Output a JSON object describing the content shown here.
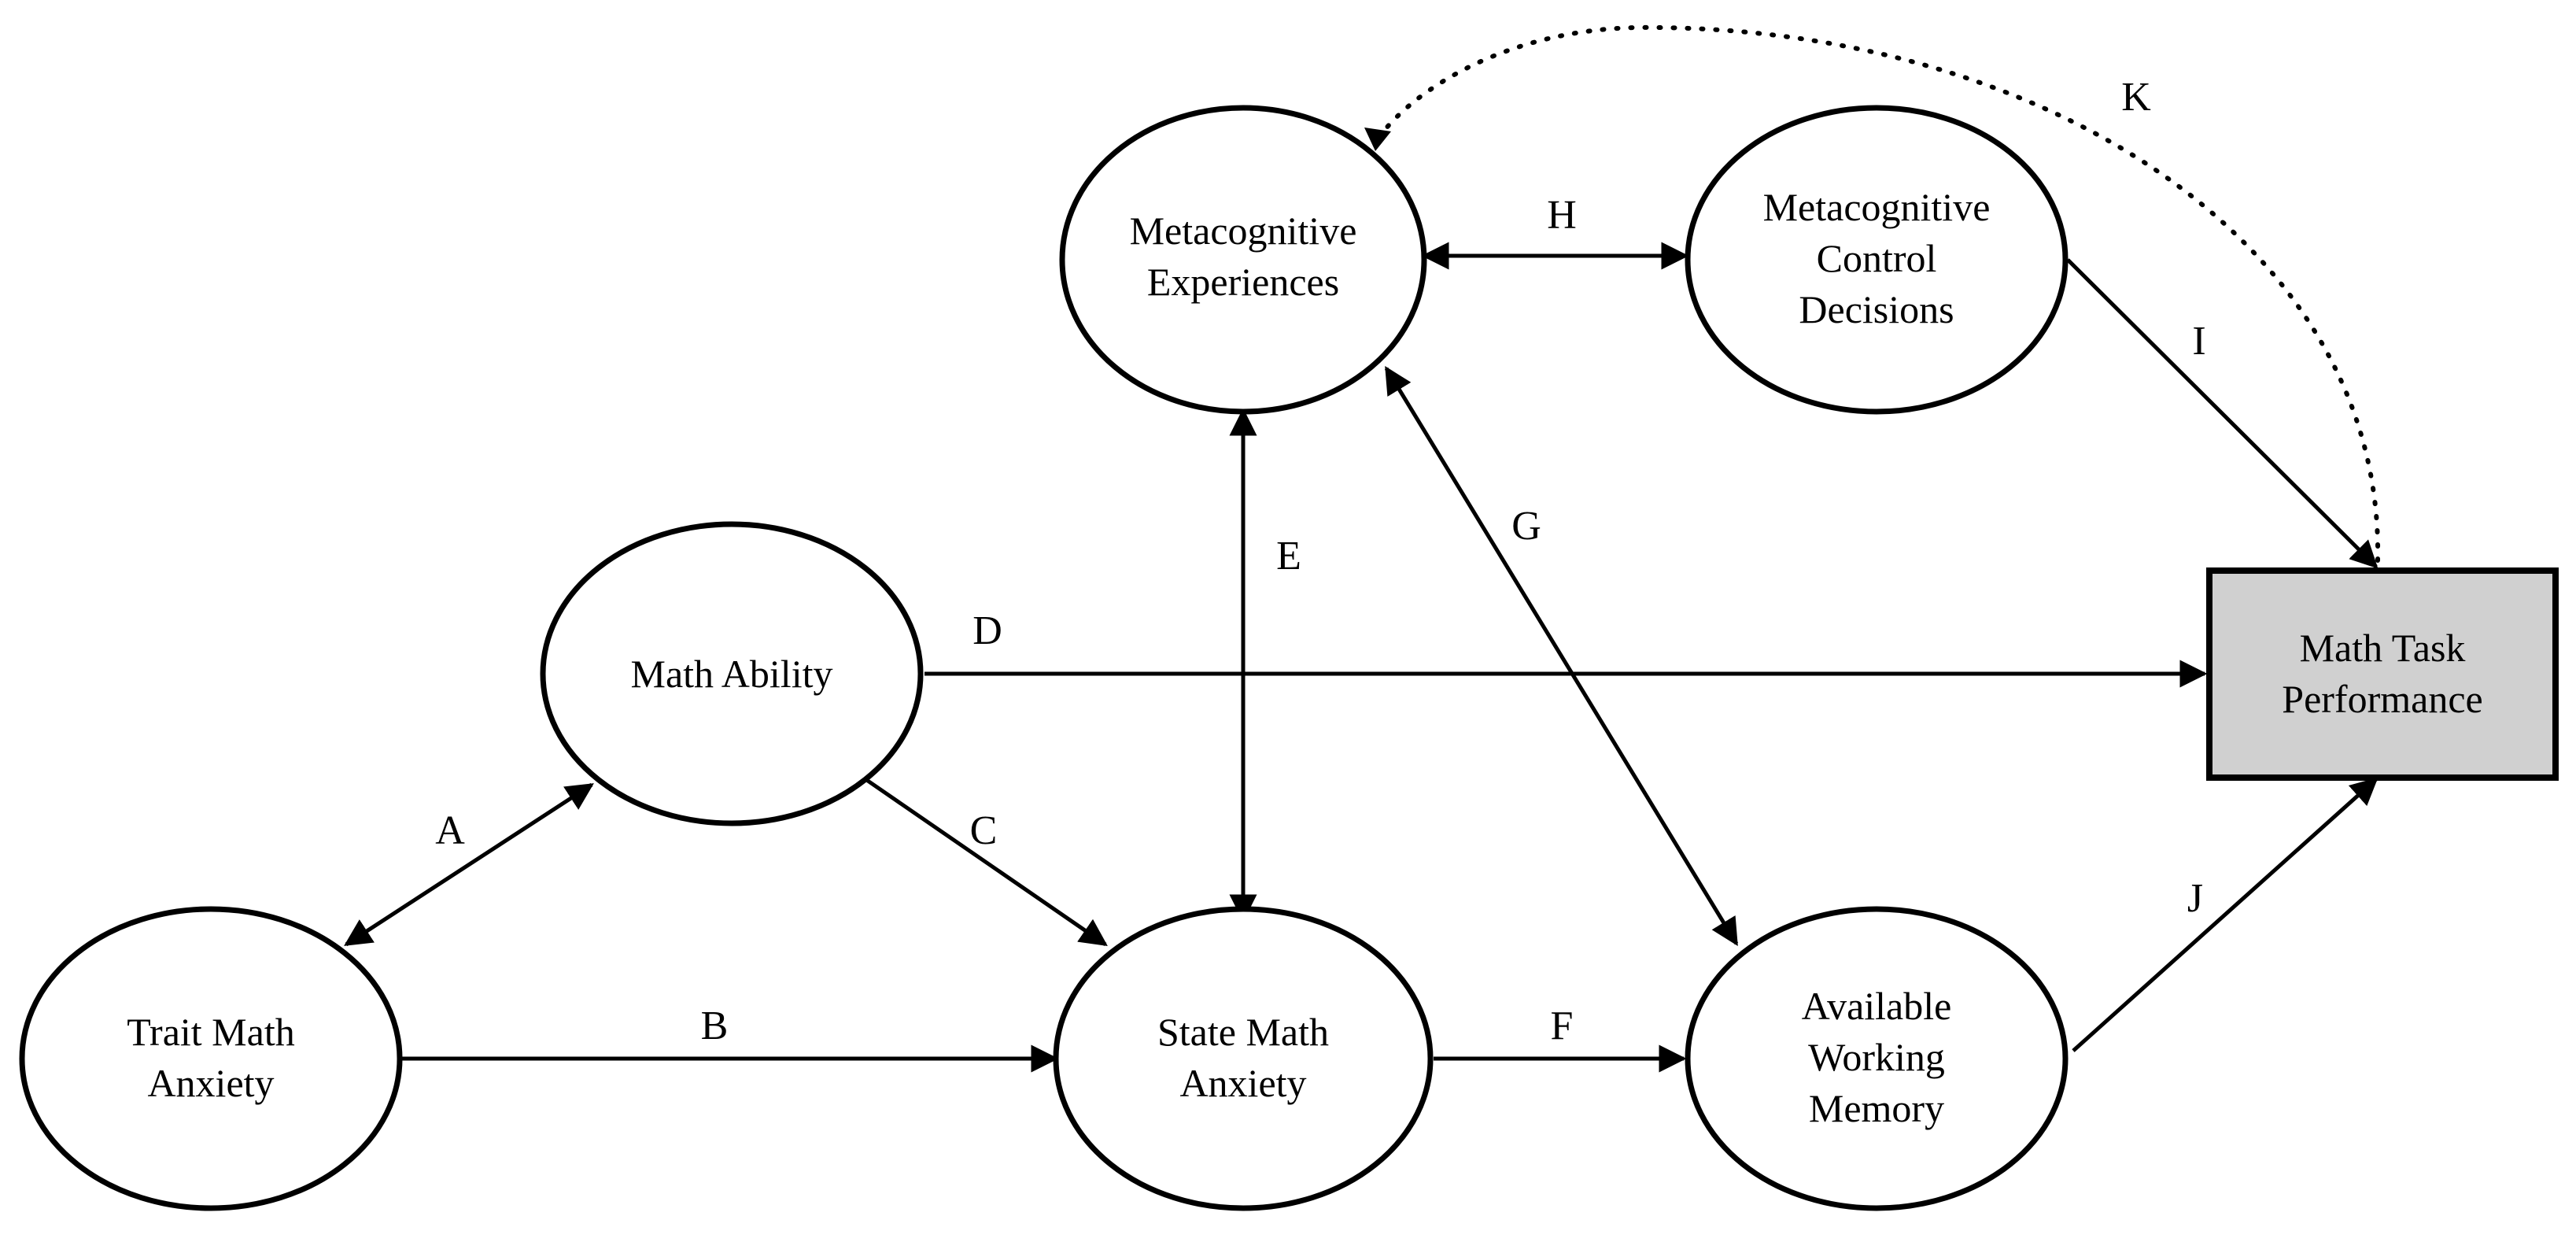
{
  "diagram": {
    "nodes": {
      "metacognitive_experiences": {
        "lines": [
          "Metacognitive",
          "Experiences"
        ]
      },
      "metacognitive_control": {
        "lines": [
          "Metacognitive",
          "Control",
          "Decisions"
        ]
      },
      "math_ability": {
        "lines": [
          "Math Ability"
        ]
      },
      "trait_math_anxiety": {
        "lines": [
          "Trait Math",
          "Anxiety"
        ]
      },
      "state_math_anxiety": {
        "lines": [
          "State Math",
          "Anxiety"
        ]
      },
      "available_working_memory": {
        "lines": [
          "Available",
          "Working",
          "Memory"
        ]
      },
      "math_task_performance": {
        "lines": [
          "Math Task",
          "Performance"
        ]
      }
    },
    "edges": {
      "A": {
        "label": "A",
        "from": "trait_math_anxiety",
        "to": "math_ability",
        "direction": "both"
      },
      "B": {
        "label": "B",
        "from": "trait_math_anxiety",
        "to": "state_math_anxiety",
        "direction": "forward"
      },
      "C": {
        "label": "C",
        "from": "math_ability",
        "to": "state_math_anxiety",
        "direction": "forward"
      },
      "D": {
        "label": "D",
        "from": "math_ability",
        "to": "math_task_performance",
        "direction": "forward"
      },
      "E": {
        "label": "E",
        "from": "metacognitive_experiences",
        "to": "state_math_anxiety",
        "direction": "both"
      },
      "F": {
        "label": "F",
        "from": "state_math_anxiety",
        "to": "available_working_memory",
        "direction": "forward"
      },
      "G": {
        "label": "G",
        "from": "metacognitive_experiences",
        "to": "available_working_memory",
        "direction": "both"
      },
      "H": {
        "label": "H",
        "from": "metacognitive_experiences",
        "to": "metacognitive_control",
        "direction": "both"
      },
      "I": {
        "label": "I",
        "from": "metacognitive_control",
        "to": "math_task_performance",
        "direction": "forward"
      },
      "J": {
        "label": "J",
        "from": "available_working_memory",
        "to": "math_task_performance",
        "direction": "forward"
      },
      "K": {
        "label": "K",
        "from": "math_task_performance",
        "to": "metacognitive_experiences",
        "direction": "forward",
        "style": "dotted"
      }
    }
  }
}
